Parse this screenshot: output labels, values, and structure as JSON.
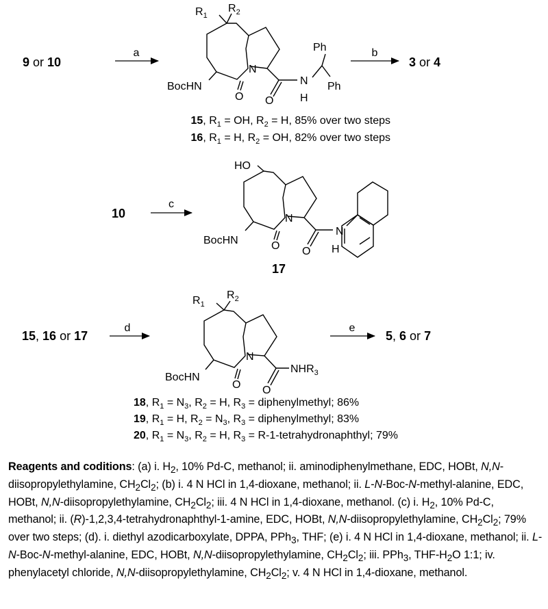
{
  "reactions": [
    {
      "id": "row1",
      "start": {
        "a": "9",
        "mid": " or ",
        "b": "10"
      },
      "arrow1_label": "a",
      "arrow2_label": "b",
      "product": {
        "a": "3",
        "mid": " or ",
        "b": "4"
      },
      "atoms": {
        "r1": "R",
        "r1_sub": "1",
        "r2": "R",
        "r2_sub": "2",
        "n": "N",
        "o": "O",
        "bochn": "BocHN",
        "amide_n": "N",
        "amide_h": "H",
        "ph1": "Ph",
        "ph2": "Ph"
      },
      "captions": [
        {
          "num": "15",
          "text_a": ", R",
          "s1": "1",
          "text_b": " = OH, R",
          "s2": "2",
          "text_c": " = H, 85% over two steps"
        },
        {
          "num": "16",
          "text_a": ", R",
          "s1": "1",
          "text_b": " = H, R",
          "s2": "2",
          "text_c": " = OH, 82% over two steps"
        }
      ]
    },
    {
      "id": "row2",
      "start": "10",
      "arrow_label": "c",
      "atoms": {
        "ho": "HO",
        "n": "N",
        "o": "O",
        "bochn": "BocHN",
        "amide_n": "N",
        "amide_h": "H"
      },
      "compound_number": "17"
    },
    {
      "id": "row3",
      "start": {
        "a": "15",
        "sep1": ", ",
        "b": "16",
        "mid": " or ",
        "c": "17"
      },
      "arrow1_label": "d",
      "arrow2_label": "e",
      "product": {
        "a": "5",
        "sep1": ", ",
        "b": "6",
        "mid": " or ",
        "c": "7"
      },
      "atoms": {
        "r1": "R",
        "r1_sub": "1",
        "r2": "R",
        "r2_sub": "2",
        "n": "N",
        "o": "O",
        "bochn": "BocHN",
        "nhr": "NHR",
        "nhr_sub": "3"
      },
      "captions": [
        {
          "num": "18",
          "text_a": ", R",
          "s1": "1",
          "text_b": " = N",
          "s2": "3",
          "text_c": ", R",
          "s3": "2",
          "text_d": " = H, R",
          "s4": "3",
          "text_e": " = diphenylmethyl; 86%"
        },
        {
          "num": "19",
          "text_a": ", R",
          "s1": "1",
          "text_b": " = H, R",
          "s2": "2",
          "text_c": " = N",
          "s3": "3",
          "text_d": ", R",
          "s4": "3",
          "text_e": " = diphenylmethyl; 83%"
        },
        {
          "num": "20",
          "text_a": ", R",
          "s1": "1",
          "text_b": " = N",
          "s2": "3",
          "text_c": ", R",
          "s3": "2",
          "text_d": " = H, R",
          "s4": "3",
          "text_e": " = R-1-tetrahydronaphthyl; 79%"
        }
      ]
    }
  ],
  "reagents": {
    "heading": "Reagents and coditions",
    "p1": ": (a) i. H",
    "p2": "2",
    "p3": ", 10% Pd-C, methanol; ii. aminodiphenylmethane, EDC, HOBt, ",
    "p4": "N,N",
    "p5": "-diisopropylethylamine, CH",
    "p6": "2",
    "p7": "Cl",
    "p8": "2",
    "p9": "; (b) i. 4 N HCl in 1,4-dioxane, methanol; ii. ",
    "p10": "L",
    "p11": "-",
    "p12": "N",
    "p13": "-Boc-",
    "p14": "N",
    "p15": "-methyl-alanine, EDC, HOBt, ",
    "p16": "N,N",
    "p17": "-diisopropylethylamine, CH",
    "p18": "2",
    "p19": "Cl",
    "p20": "2",
    "p21": "; iii. 4 N HCl in 1,4-dioxane, methanol. (c) i. H",
    "p22": "2",
    "p23": ", 10% Pd-C, methanol; ii. (",
    "p24": "R",
    "p25": ")-1,2,3,4-tetrahydronaphthyl-1-amine, EDC, HOBt, ",
    "p26": "N,N",
    "p27": "-diisopropylethylamine, CH",
    "p28": "2",
    "p29": "Cl",
    "p30": "2",
    "p31": "; 79% over two steps; (d). i. diethyl azodicarboxylate, DPPA, PPh",
    "p32": "3",
    "p33": ", THF; (e) i. 4 N HCl in 1,4-dioxane, methanol; ii. ",
    "p34": "L",
    "p35": "-",
    "p36": "N",
    "p37": "-Boc-",
    "p38": "N",
    "p39": "-methyl-alanine, EDC, HOBt, ",
    "p40": "N,N",
    "p41": "-diisopropylethylamine, CH",
    "p42": "2",
    "p43": "Cl",
    "p44": "2",
    "p45": "; iii. PPh",
    "p46": "3",
    "p47": ", THF-H",
    "p48": "2",
    "p49": "O 1:1; iv. phenylacetyl chloride, ",
    "p50": "N,N",
    "p51": "-diisopropylethylamine, CH",
    "p52": "2",
    "p53": "Cl",
    "p54": "2",
    "p55": "; v. 4 N HCl in 1,4-dioxane, methanol."
  }
}
